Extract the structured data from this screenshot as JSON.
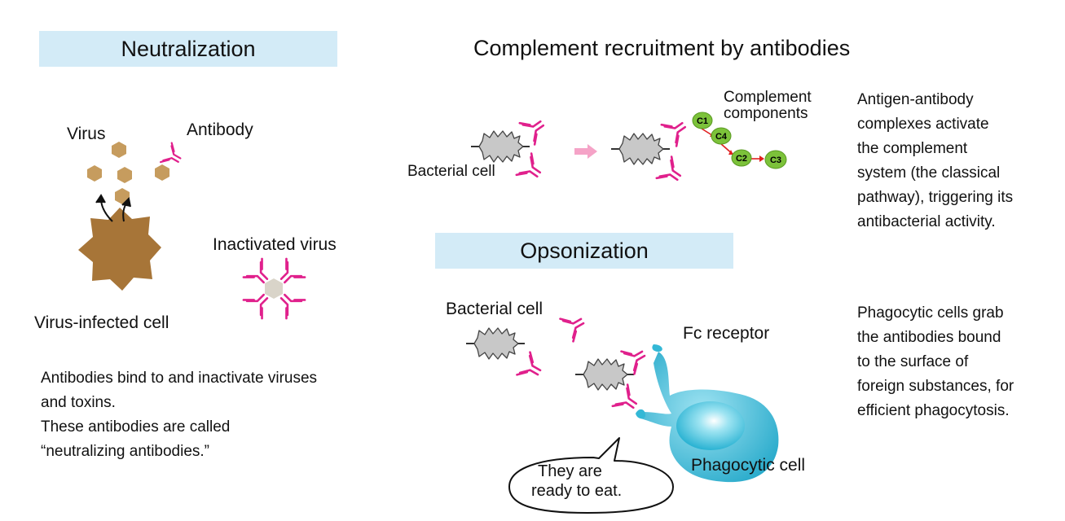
{
  "neutralization": {
    "title": "Neutralization",
    "label_virus": "Virus",
    "label_antibody": "Antibody",
    "label_inactivated": "Inactivated virus",
    "label_infected_cell": "Virus-infected cell",
    "description": [
      "Antibodies bind to and inactivate viruses",
      "and toxins.",
      "These antibodies are called",
      "“neutralizing antibodies.”"
    ]
  },
  "complement": {
    "title": "Complement recruitment by antibodies",
    "label_bacterial_cell": "Bacterial cell",
    "label_components": [
      "Complement",
      "components"
    ],
    "components": [
      "C1",
      "C4",
      "C2",
      "C3"
    ],
    "description": [
      "Antigen-antibody",
      "complexes activate",
      "the complement",
      "system (the classical",
      "pathway), triggering its",
      "antibacterial activity."
    ]
  },
  "opsonization": {
    "title": "Opsonization",
    "label_bacterial_cell": "Bacterial cell",
    "label_fc_receptor": "Fc receptor",
    "label_phagocytic_cell": "Phagocytic cell",
    "speech_bubble": [
      "They are",
      "ready to eat."
    ],
    "description": [
      "Phagocytic cells grab",
      "the antibodies bound",
      "to the surface of",
      "foreign substances, for",
      "efficient phagocytosis."
    ]
  },
  "colors": {
    "banner": "#d3ebf7",
    "antibody": "#e0208c",
    "virus": "#c69c5e",
    "infected_cell": "#a77538",
    "bacteria": "#c8c8c8",
    "complement": "#7cc23a",
    "phagocyte": "#33b8d6",
    "arrow_pink": "#f5a3c7",
    "arrow_red": "#e02020"
  }
}
